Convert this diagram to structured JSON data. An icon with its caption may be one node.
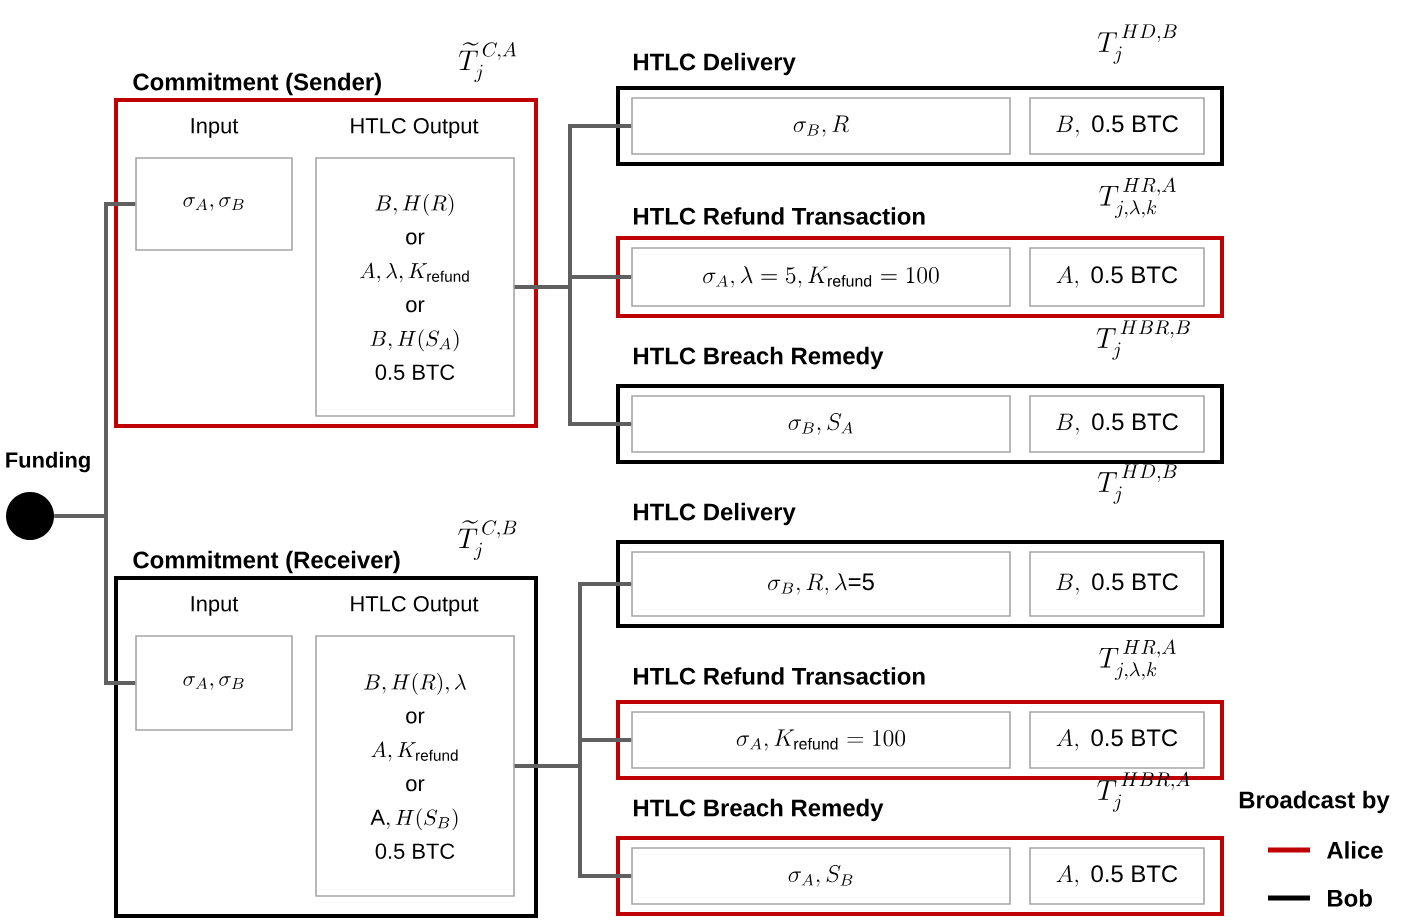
{
  "diagram": {
    "nodes": [
      {
        "text": [],
        "shape": "circle",
        "beside": [
          "Funding"
        ]
      },
      {
        "text": [
          "Commitment (Sender)",
          "\\widetilde{T}_j^{\\,C,A}"
        ]
      },
      {
        "text": [
          "Input",
          "\\sigma_A, \\sigma_B"
        ],
        "in": 1
      },
      {
        "text": [
          "HTLC Output",
          "B, H(R)",
          "or",
          "A, \\lambda, K_{\\mathrm{refund}}",
          "or",
          "B, H(S_A)",
          "0.5 BTC"
        ],
        "in": 1
      },
      {
        "text": [
          "HTLC Delivery",
          "T_j^{\\,HD,B}"
        ]
      },
      {
        "text": [
          "\\sigma_B, R"
        ],
        "in": 4
      },
      {
        "text": [
          "B,\\ \\text{0.5 BTC}"
        ],
        "in": 4
      },
      {
        "text": [
          "HTLC Refund Transaction",
          "T_{j,\\lambda,k}^{\\,HR,A}"
        ]
      },
      {
        "text": [
          "\\sigma_A, \\lambda = 5, K_{\\mathrm{refund}} = 100"
        ],
        "in": 7
      },
      {
        "text": [
          "A,\\ \\text{0.5 BTC}"
        ],
        "in": 7
      },
      {
        "text": [
          "HTLC Breach Remedy",
          "T_j^{\\,HBR,B}"
        ]
      },
      {
        "text": [
          "\\sigma_B, S_A"
        ],
        "in": 10
      },
      {
        "text": [
          "B,\\ \\text{0.5 BTC}"
        ],
        "in": 10
      },
      {
        "text": [
          "Commitment (Receiver)",
          "\\widetilde{T}_j^{\\,C,B}"
        ]
      },
      {
        "text": [
          "Input",
          "\\sigma_A, \\sigma_B"
        ],
        "in": 13
      },
      {
        "text": [
          "HTLC Output",
          "B, H(R), \\lambda",
          "or",
          "A, K_{\\mathrm{refund}}",
          "or",
          "\\text{A}, H(S_B)",
          "0.5 BTC"
        ],
        "in": 13
      },
      {
        "text": [
          "HTLC Delivery",
          "T_j^{\\,HD,B}"
        ]
      },
      {
        "text": [
          "\\sigma_B, R, \\lambda\\text{=5}"
        ],
        "in": 16
      },
      {
        "text": [
          "B,\\ \\text{0.5 BTC}"
        ],
        "in": 16
      },
      {
        "text": [
          "HTLC Refund Transaction",
          "T_{j,\\lambda,k}^{\\,HR,A}"
        ]
      },
      {
        "text": [
          "\\sigma_A, K_{\\mathrm{refund}} = 100"
        ],
        "in": 19
      },
      {
        "text": [
          "A,\\ \\text{0.5 BTC}"
        ],
        "in": 19
      },
      {
        "text": [
          "HTLC Breach Remedy",
          "T_j^{\\,HBR,A}"
        ]
      },
      {
        "text": [
          "\\sigma_A, S_B"
        ],
        "in": 22
      },
      {
        "text": [
          "A,\\ \\text{0.5 BTC}"
        ],
        "in": 22
      }
    ],
    "edges": [
      {
        "from": 0,
        "to": 2,
        "arrow": "none"
      },
      {
        "from": 0,
        "to": 14,
        "arrow": "none"
      },
      {
        "from": 3,
        "to": 5,
        "arrow": "none"
      },
      {
        "from": 3,
        "to": 8,
        "arrow": "none"
      },
      {
        "from": 3,
        "to": 11,
        "arrow": "none"
      },
      {
        "from": 15,
        "to": 17,
        "arrow": "none"
      },
      {
        "from": 15,
        "to": 20,
        "arrow": "none"
      },
      {
        "from": 15,
        "to": 23,
        "arrow": "none"
      }
    ],
    "labels": [
      "Broadcast by"
    ],
    "legend": [
      {
        "text": "Alice"
      },
      {
        "text": "Bob"
      }
    ]
  }
}
